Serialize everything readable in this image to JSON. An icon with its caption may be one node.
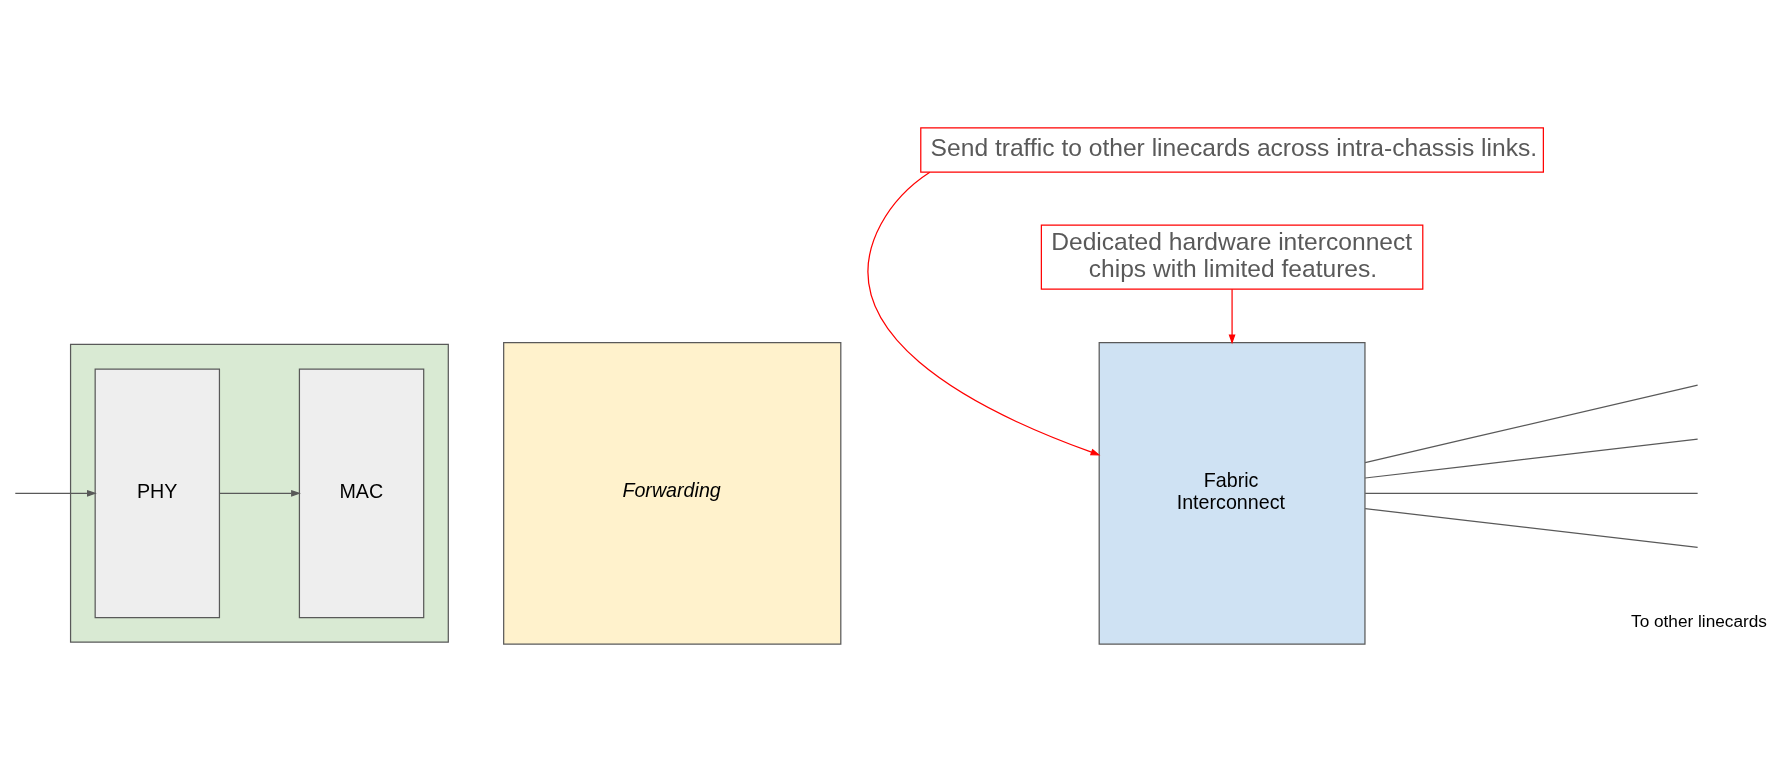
{
  "diagram": {
    "nodes": [
      {
        "text": [],
        "shape": "box"
      },
      {
        "text": [
          "PHY"
        ],
        "in": 0
      },
      {
        "text": [
          "MAC"
        ],
        "in": 0
      },
      {
        "text": [
          "Forwarding"
        ]
      },
      {
        "text": [
          "Fabric Interconnect"
        ]
      },
      {
        "text": [
          "Send traffic to other linecards across intra-chassis links."
        ]
      },
      {
        "text": [
          "Dedicated hardware interconnect chips with limited features."
        ]
      }
    ],
    "edges": [
      {
        "from": null,
        "to": 1,
        "arrow": "to"
      },
      {
        "from": 1,
        "to": 2,
        "arrow": "to"
      },
      {
        "from": 5,
        "to": 4,
        "arrow": "to",
        "color": "#ff0000"
      },
      {
        "from": 6,
        "to": 4,
        "arrow": "to",
        "color": "#ff0000"
      },
      {
        "from": 4,
        "to": null,
        "arrow": "none"
      },
      {
        "from": 4,
        "to": null,
        "arrow": "none"
      },
      {
        "from": 4,
        "to": null,
        "arrow": "none"
      },
      {
        "from": 4,
        "to": null,
        "arrow": "none"
      }
    ],
    "labels": [
      "To other linecards"
    ]
  }
}
